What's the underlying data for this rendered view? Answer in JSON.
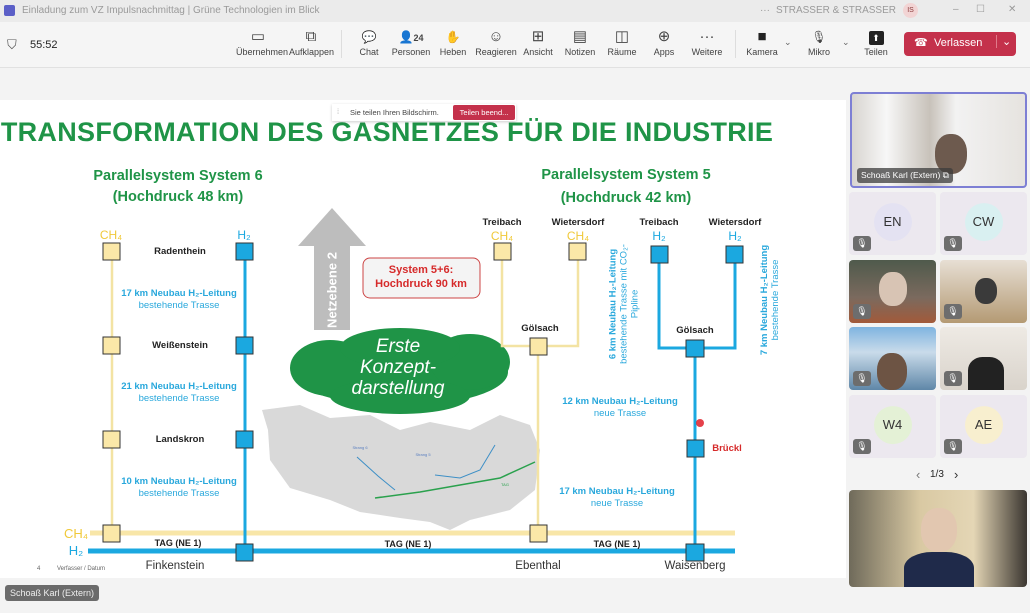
{
  "window": {
    "title": "Einladung zum VZ Impulsnachmittag | Grüne Technologien im Blick",
    "org": "STRASSER & STRASSER",
    "user_initials": "IS",
    "more": "···",
    "minimize": "–",
    "maximize": "☐",
    "close": "✕"
  },
  "toolbar": {
    "timer": "55:52",
    "buttons": [
      {
        "label": "Übernehmen",
        "icon": "▭"
      },
      {
        "label": "Aufklappen",
        "icon": "⧉"
      },
      {
        "label": "Chat",
        "icon": "💬"
      },
      {
        "label": "Personen",
        "icon": "👤",
        "badge": "24"
      },
      {
        "label": "Heben",
        "icon": "✋"
      },
      {
        "label": "Reagieren",
        "icon": "☺"
      },
      {
        "label": "Ansicht",
        "icon": "⊞"
      },
      {
        "label": "Notizen",
        "icon": "▤"
      },
      {
        "label": "Räume",
        "icon": "◫"
      },
      {
        "label": "Apps",
        "icon": "⊕"
      },
      {
        "label": "Weitere",
        "icon": "···"
      },
      {
        "label": "Kamera",
        "icon": "■"
      },
      {
        "label": "Mikro",
        "icon": "🎙"
      },
      {
        "label": "Teilen",
        "icon": "⬆"
      }
    ],
    "leave": "Verlassen",
    "accent": "#c4314b"
  },
  "share_banner": {
    "text": "Sie teilen Ihren Bildschirm.",
    "stop": "Teilen beend..."
  },
  "slide": {
    "title": "TRANSFORMATION DES GASNETZES FÜR DIE INDUSTRIE",
    "left_heading": [
      "Parallelsystem System 6",
      "(Hochdruck 48 km)"
    ],
    "right_heading": [
      "Parallelsystem System 5",
      "(Hochdruck 42 km)"
    ],
    "ch4": "CH₄",
    "h2": "H₂",
    "left_stations": [
      "Radenthein",
      "Weißenstein",
      "Landskron"
    ],
    "left_segments": [
      {
        "line": "17 km Neubau H₂-Leitung",
        "sub": "bestehende Trasse"
      },
      {
        "line": "21 km Neubau H₂-Leitung",
        "sub": "bestehende Trasse"
      },
      {
        "line": "10 km Neubau H₂-Leitung",
        "sub": "bestehende Trasse"
      }
    ],
    "arrow_label": "Netzebene 2",
    "system_box": [
      "System 5+6:",
      "Hochdruck 90 km"
    ],
    "cloud": [
      "Erste",
      "Konzept-",
      "darstellung"
    ],
    "map_labels": [
      "Strang 6",
      "Strang 5",
      "TAG"
    ],
    "right_sources": [
      "Treibach",
      "Wietersdorf",
      "Treibach",
      "Wietersdorf"
    ],
    "goelsach": "Gölsach",
    "vert_left": [
      "6 km Neubau H₂-Leitung",
      "bestehende Trasse mit CO₂-",
      "Pipline"
    ],
    "vert_right": [
      "7 km Neubau H₂-Leitung",
      "bestehende Trasse"
    ],
    "right_segments": [
      {
        "line": "12 km Neubau H₂-Leitung",
        "sub": "neue Trasse"
      },
      {
        "line": "17 km Neubau H₂-Leitung",
        "sub": "neue Trasse"
      }
    ],
    "brueckl": "Brückl",
    "tag": "TAG (NE 1)",
    "bottom_places": [
      "Finkenstein",
      "Ebenthal",
      "Waisenberg"
    ],
    "page": "4",
    "footer": "Verfasser / Datum"
  },
  "presenter_tag": "Schoaß Karl (Extern)",
  "participants": {
    "featured": "Schoaß Karl (Extern)",
    "tiles": [
      {
        "initials": "EN",
        "color": "#e4e2f2"
      },
      {
        "initials": "CW",
        "color": "#d9f0f1"
      },
      {
        "video": true
      },
      {
        "video": true
      },
      {
        "video": true
      },
      {
        "video": true
      },
      {
        "initials": "W4",
        "color": "#e4f1d6"
      },
      {
        "initials": "AE",
        "color": "#f8efcf"
      }
    ],
    "page": "1/3",
    "prev": "‹",
    "next": "›"
  }
}
